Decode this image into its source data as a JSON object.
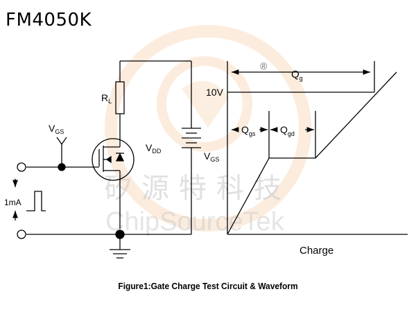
{
  "header": {
    "part_number": "FM4050K"
  },
  "watermark": {
    "chinese": "矽源特科技",
    "english": "ChipSourceTek",
    "registered_mark": "®",
    "color": "#f6c9a0"
  },
  "circuit": {
    "vgs_label": "V",
    "vgs_sub": "GS",
    "rl_label": "R",
    "rl_sub": "L",
    "vdd_label": "V",
    "vdd_sub": "DD",
    "current_label": "1mA"
  },
  "waveform": {
    "qg_label": "Q",
    "qg_sub": "g",
    "voltage_label": "10V",
    "qgs_label": "Q",
    "qgs_sub": "gs",
    "qgd_label": "Q",
    "qgd_sub": "gd",
    "vgs_label": "V",
    "vgs_sub": "GS",
    "x_axis_label": "Charge"
  },
  "caption": "Figure1:Gate Charge Test Circuit & Waveform"
}
